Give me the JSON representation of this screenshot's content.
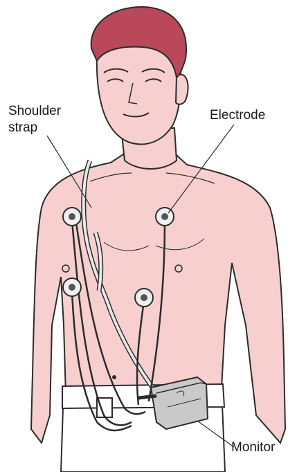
{
  "labels": {
    "shoulder_strap_line1": "Shoulder",
    "shoulder_strap_line2": "strap",
    "electrode": "Electrode",
    "monitor": "Monitor"
  },
  "colors": {
    "skin": "#f7cfcf",
    "hair": "#b8485a",
    "outline": "#2b2b2b",
    "pants": "#ffffff",
    "device": "#c9c9c9"
  }
}
